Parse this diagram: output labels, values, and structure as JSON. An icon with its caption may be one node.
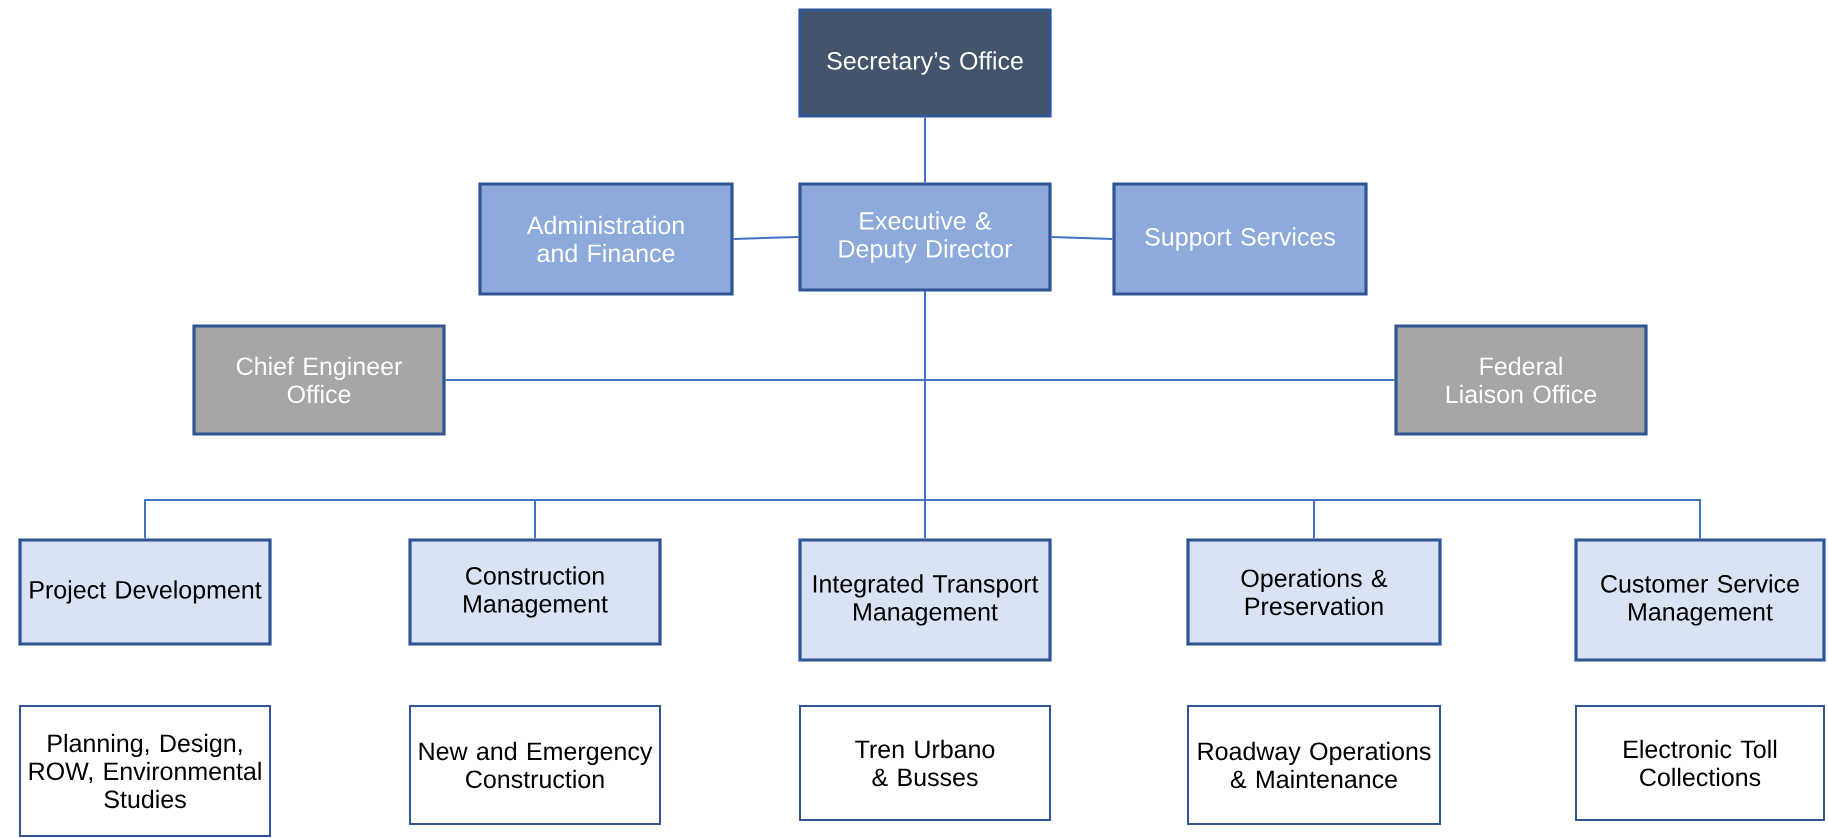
{
  "diagram": {
    "nodes": [
      {
        "text": [
          "Secretary’s Office"
        ]
      },
      {
        "text": [
          "Administration and Finance"
        ]
      },
      {
        "text": [
          "Executive & Deputy Director"
        ]
      },
      {
        "text": [
          "Support Services"
        ]
      },
      {
        "text": [
          "Chief Engineer Office"
        ]
      },
      {
        "text": [
          "Federal Liaison Office"
        ]
      },
      {
        "text": [
          "Project Development"
        ]
      },
      {
        "text": [
          "Construction Management"
        ]
      },
      {
        "text": [
          "Integrated Transport Management"
        ]
      },
      {
        "text": [
          "Operations & Preservation"
        ]
      },
      {
        "text": [
          "Customer Service Management"
        ]
      },
      {
        "text": [
          "Planning, Design, ROW, Environmental Studies"
        ]
      },
      {
        "text": [
          "New and Emergency Construction"
        ]
      },
      {
        "text": [
          "Tren Urbano & Busses"
        ]
      },
      {
        "text": [
          "Roadway Operations & Maintenance"
        ]
      },
      {
        "text": [
          "Electronic Toll Collections"
        ]
      }
    ],
    "edges": [
      {
        "from": 0,
        "to": 2,
        "arrow": "none"
      },
      {
        "from": 2,
        "to": 1,
        "arrow": "none"
      },
      {
        "from": 2,
        "to": 3,
        "arrow": "none"
      },
      {
        "from": 2,
        "to": 4,
        "arrow": "none"
      },
      {
        "from": 2,
        "to": 5,
        "arrow": "none"
      },
      {
        "from": 2,
        "to": 6,
        "arrow": "none"
      },
      {
        "from": 2,
        "to": 7,
        "arrow": "none"
      },
      {
        "from": 2,
        "to": 8,
        "arrow": "none"
      },
      {
        "from": 2,
        "to": 9,
        "arrow": "none"
      },
      {
        "from": 2,
        "to": 10,
        "arrow": "none"
      }
    ]
  }
}
